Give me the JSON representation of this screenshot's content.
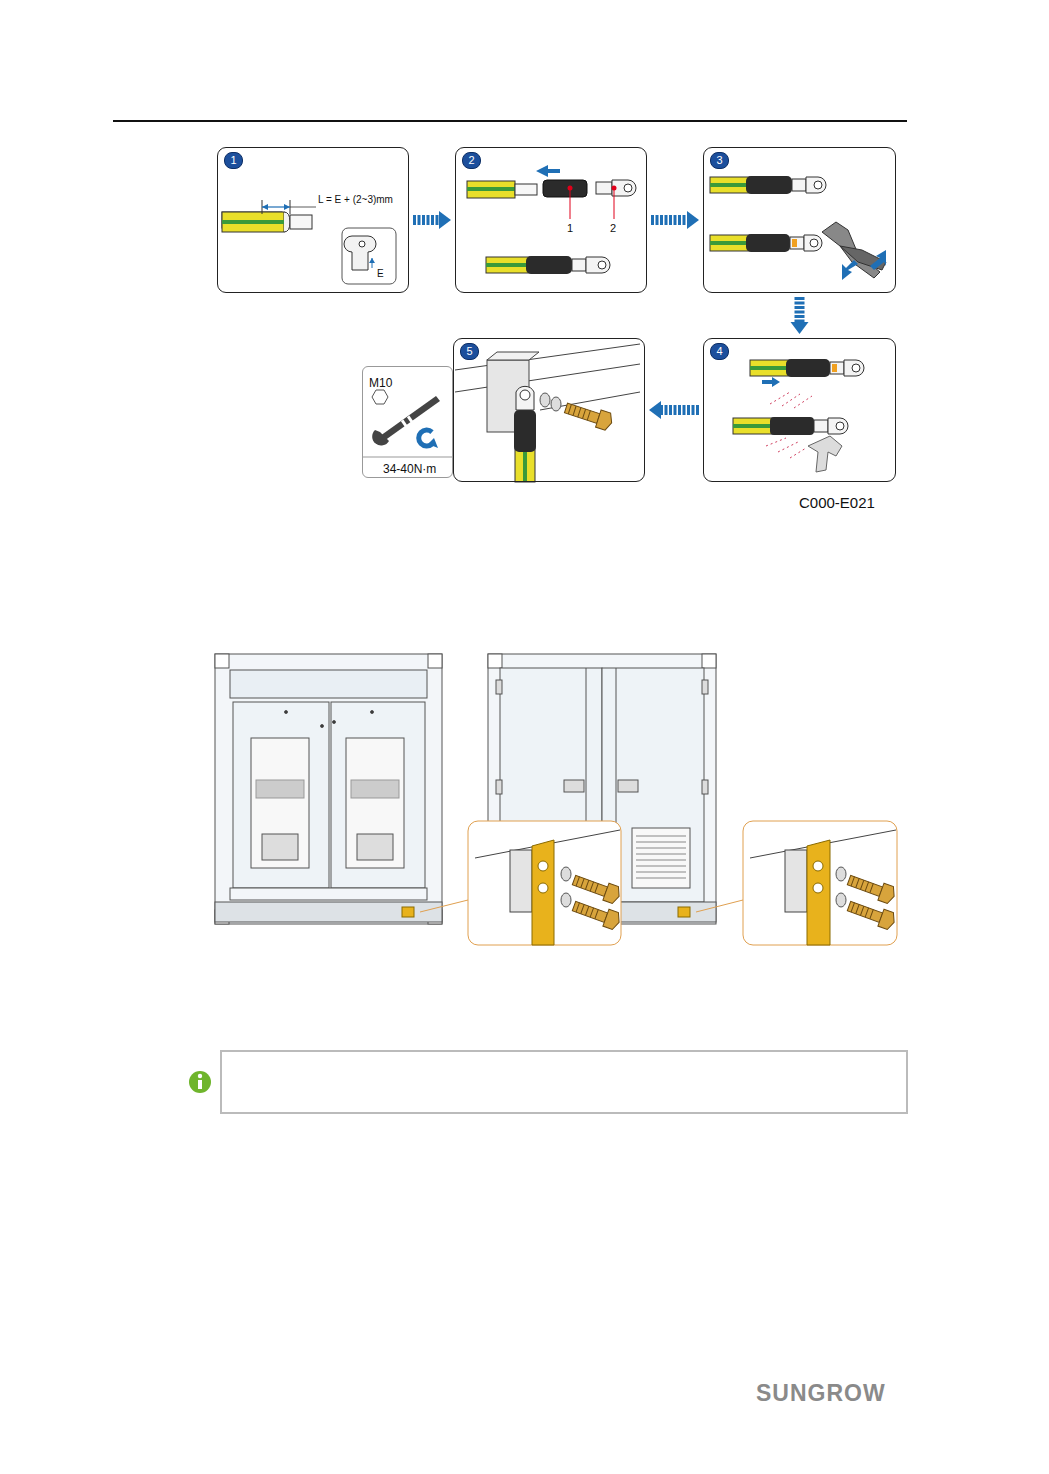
{
  "diagram": {
    "nodes": [
      {
        "text": [
          "1"
        ]
      },
      {
        "text": [
          "2"
        ]
      },
      {
        "text": [
          "3"
        ]
      },
      {
        "text": [
          "4"
        ]
      },
      {
        "text": [
          "5"
        ]
      },
      {
        "text": [
          "M10",
          "34-40N·m"
        ]
      }
    ],
    "edges": [
      {
        "from": 0,
        "to": 1,
        "arrow": "to"
      },
      {
        "from": 1,
        "to": 2,
        "arrow": "to"
      },
      {
        "from": 2,
        "to": 3,
        "arrow": "to"
      },
      {
        "from": 3,
        "to": 4,
        "arrow": "to"
      }
    ],
    "labels": [
      "L = E + (2~3)mm",
      "E",
      "1",
      "2",
      "C000-E021",
      "SUNGROW"
    ]
  }
}
